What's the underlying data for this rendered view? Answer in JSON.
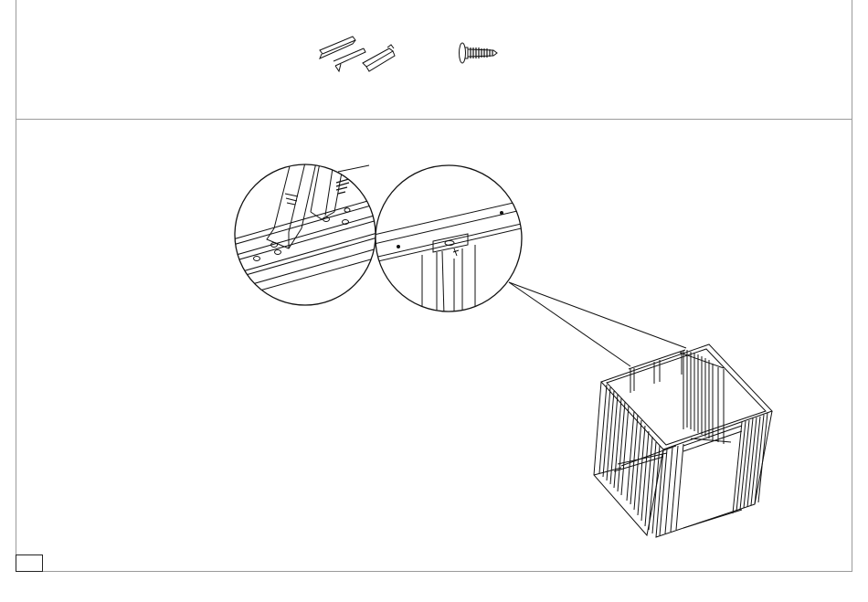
{
  "parts_panel": {
    "items": [
      {
        "icon": "rail-and-bracket-parts"
      },
      {
        "icon": "screw-icon"
      }
    ]
  },
  "assembly_panel": {
    "detail_views": [
      {
        "icon": "post-base-detail"
      },
      {
        "icon": "top-rail-screw-detail"
      }
    ],
    "main_view": {
      "icon": "shed-frame-assembly"
    }
  },
  "page_box": {
    "text": ""
  },
  "colors": {
    "line": "#111111",
    "frame": "#9a9a9a",
    "background": "#ffffff"
  }
}
